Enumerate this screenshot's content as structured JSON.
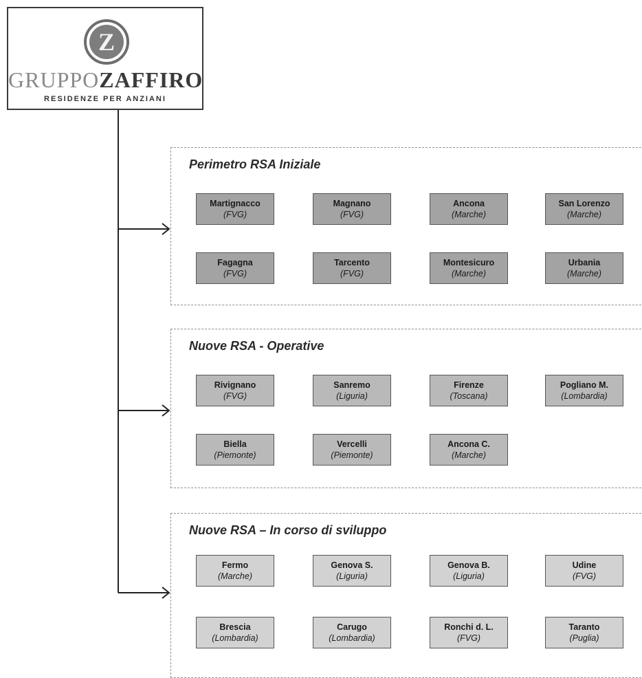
{
  "logo": {
    "name_part1": "GRUPPO",
    "name_part2": "ZAFFIRO",
    "tagline": "RESIDENZE PER ANZIANI"
  },
  "colors": {
    "initial_fill": "#a3a3a3",
    "operative_fill": "#b9b9b9",
    "development_fill": "#d2d2d2",
    "border": "#555555",
    "connector": "#222222"
  },
  "groups": [
    {
      "title": "Perimetro RSA Iniziale",
      "facilities": [
        {
          "name": "Martignacco",
          "region": "(FVG)"
        },
        {
          "name": "Magnano",
          "region": "(FVG)"
        },
        {
          "name": "Ancona",
          "region": "(Marche)"
        },
        {
          "name": "San Lorenzo",
          "region": "(Marche)"
        },
        {
          "name": "Fagagna",
          "region": "(FVG)"
        },
        {
          "name": "Tarcento",
          "region": "(FVG)"
        },
        {
          "name": "Montesicuro",
          "region": "(Marche)"
        },
        {
          "name": "Urbania",
          "region": "(Marche)"
        }
      ]
    },
    {
      "title": "Nuove RSA - Operative",
      "facilities": [
        {
          "name": "Rivignano",
          "region": "(FVG)"
        },
        {
          "name": "Sanremo",
          "region": "(Liguria)"
        },
        {
          "name": "Firenze",
          "region": "(Toscana)"
        },
        {
          "name": "Pogliano M.",
          "region": "(Lombardia)"
        },
        {
          "name": "Biella",
          "region": "(Piemonte)"
        },
        {
          "name": "Vercelli",
          "region": "(Piemonte)"
        },
        {
          "name": "Ancona C.",
          "region": "(Marche)"
        }
      ]
    },
    {
      "title": "Nuove RSA – In corso di sviluppo",
      "facilities": [
        {
          "name": "Fermo",
          "region": "(Marche)"
        },
        {
          "name": "Genova S.",
          "region": "(Liguria)"
        },
        {
          "name": "Genova B.",
          "region": "(Liguria)"
        },
        {
          "name": "Udine",
          "region": "(FVG)"
        },
        {
          "name": "Brescia",
          "region": "(Lombardia)"
        },
        {
          "name": "Carugo",
          "region": "(Lombardia)"
        },
        {
          "name": "Ronchi d. L.",
          "region": "(FVG)"
        },
        {
          "name": "Taranto",
          "region": "(Puglia)"
        }
      ]
    }
  ]
}
